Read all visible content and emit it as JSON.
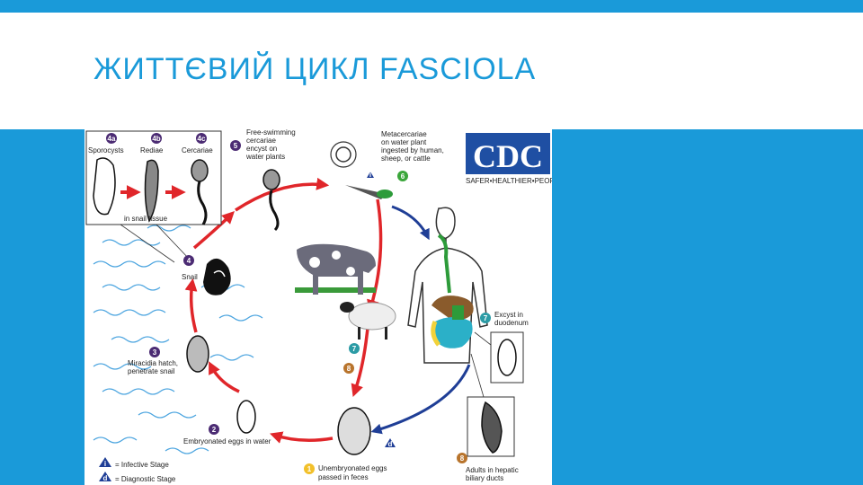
{
  "slide": {
    "title": "ЖИТТЄВИЙ ЦИКЛ FASCIOLA",
    "colors": {
      "accent": "#1a9ad9",
      "cycle_arrow": "#e0262a",
      "host_arrow": "#1f3e96"
    }
  },
  "figure": {
    "inset": {
      "stages": [
        {
          "badge": "4a",
          "label": "Sporocysts"
        },
        {
          "badge": "4b",
          "label": "Rediae"
        },
        {
          "badge": "4c",
          "label": "Cercariae"
        }
      ],
      "caption": "in snail tissue"
    },
    "logo": {
      "text": "CDC",
      "tagline": "SAFER•HEALTHIER•PEOPLE™"
    },
    "steps": {
      "s1": {
        "badge": "1",
        "line1": "Unembryonated eggs",
        "line2": "passed in feces"
      },
      "s2": {
        "badge": "2",
        "line1": "Embryonated eggs in water"
      },
      "s3": {
        "badge": "3",
        "line1": "Miracidia hatch,",
        "line2": "penetrate snail"
      },
      "s4": {
        "badge": "4",
        "line1": "Snail"
      },
      "s5": {
        "badge": "5",
        "line1": "Free-swimming",
        "line2": "cercariae",
        "line3": "encyst on",
        "line4": "water plants"
      },
      "s6": {
        "badge": "6",
        "line1": "Metacercariae",
        "line2": "on water plant",
        "line3": "ingested by human,",
        "line4": "sheep, or cattle"
      },
      "s7": {
        "badge": "7",
        "line1": "Excyst in",
        "line2": "duodenum"
      },
      "s8": {
        "badge": "8",
        "line1": "Adults in hepatic",
        "line2": "biliary ducts"
      }
    },
    "host_badges": {
      "b7": "7",
      "b8": "8"
    },
    "markers": {
      "infective": "i",
      "diagnostic": "d"
    },
    "legend": {
      "infective_label": "= Infective Stage",
      "diagnostic_label": "= Diagnostic Stage"
    }
  }
}
